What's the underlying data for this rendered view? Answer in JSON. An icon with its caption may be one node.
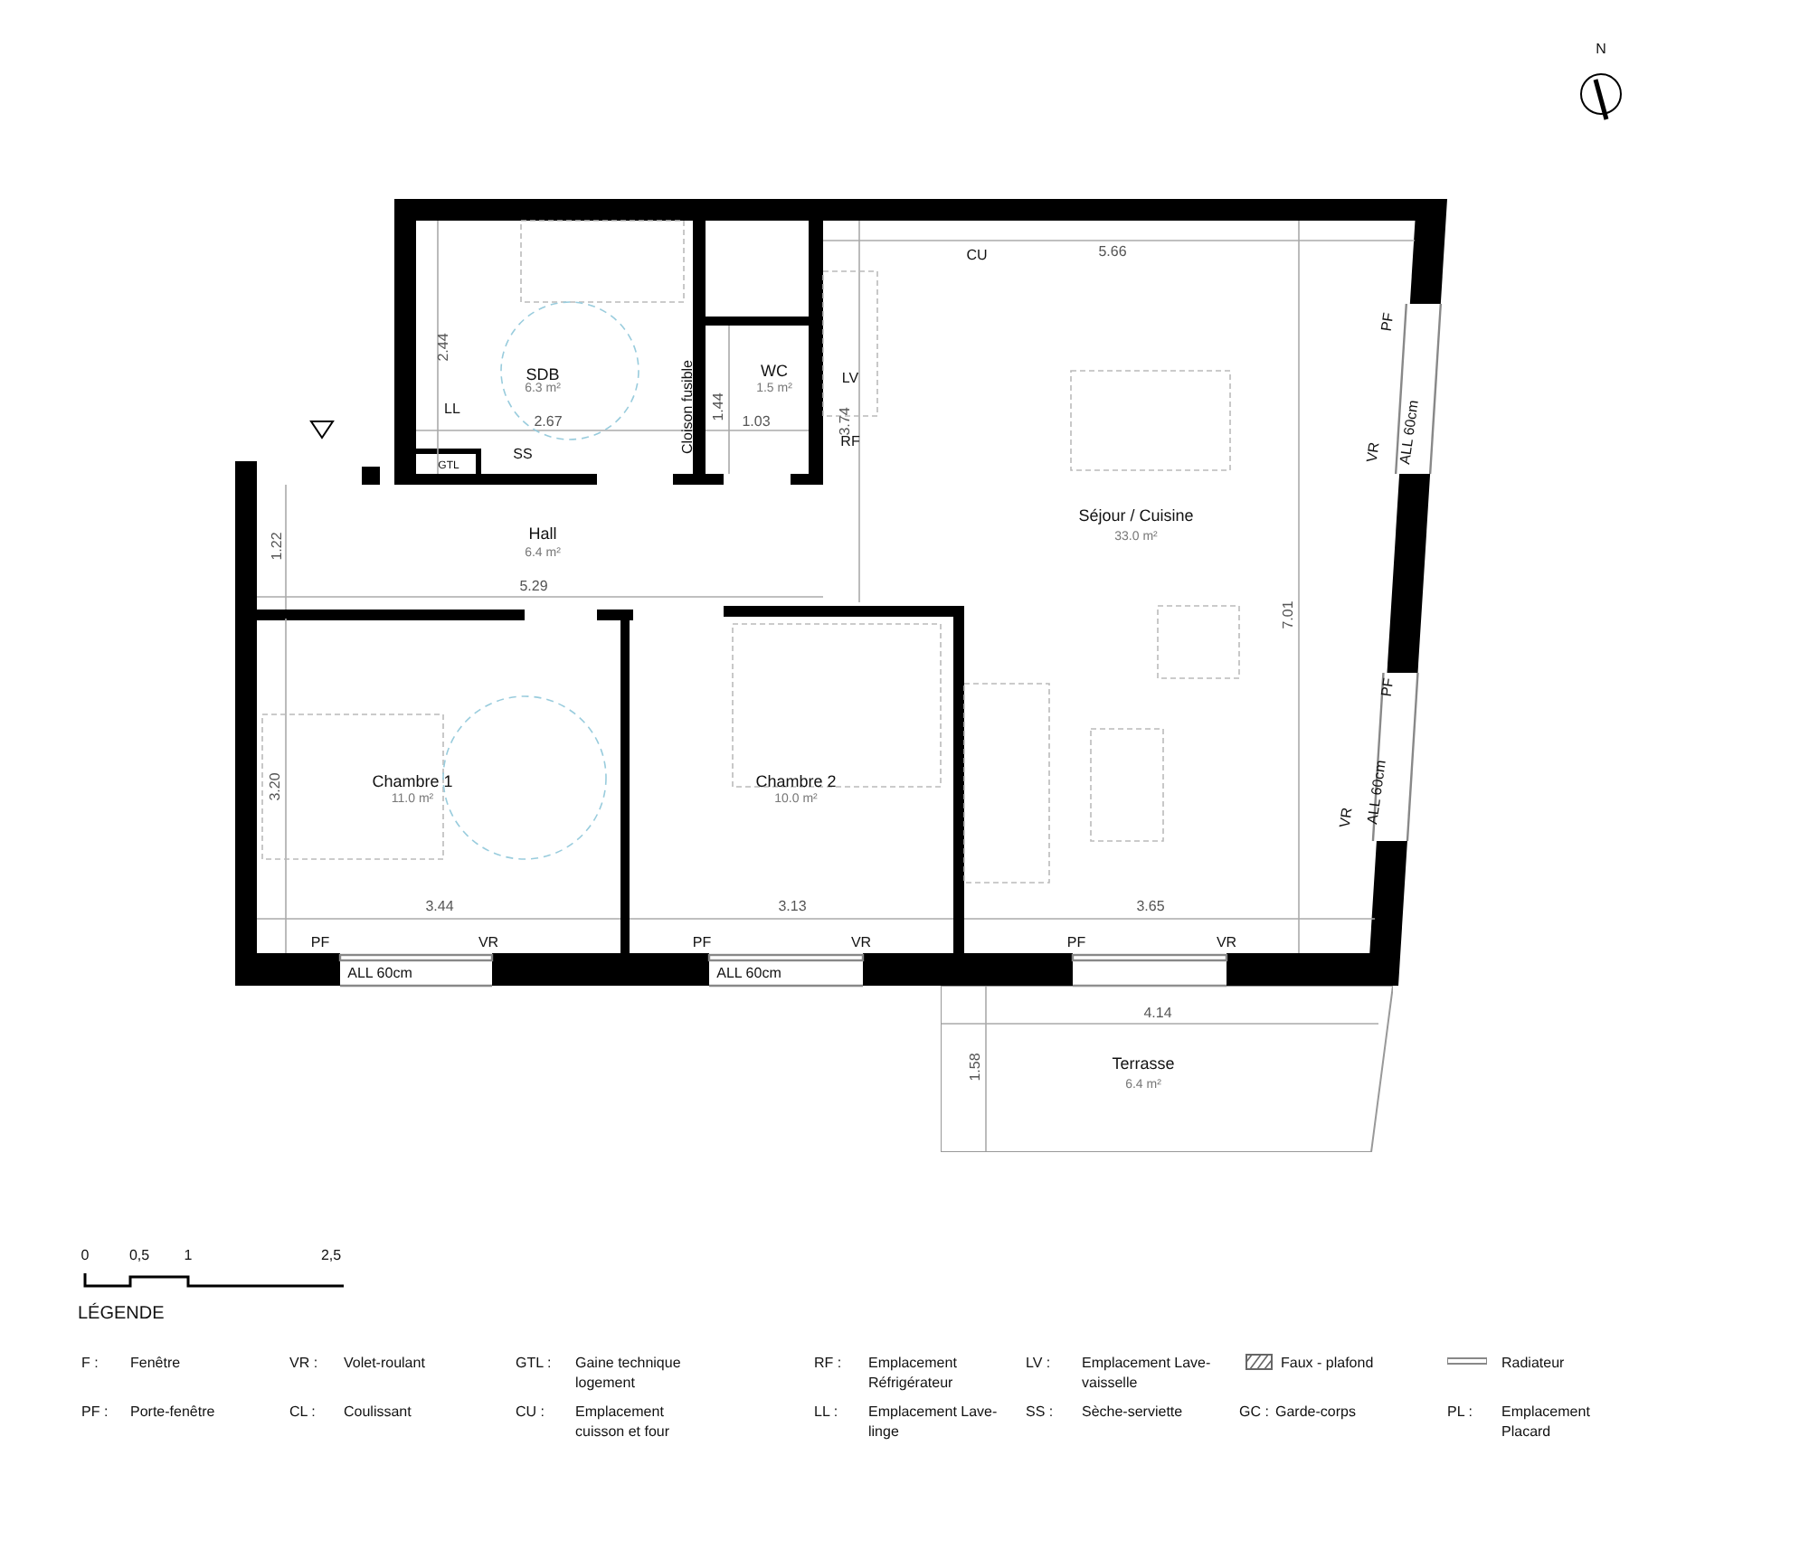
{
  "diagram": {
    "nodes": [
      {
        "text": [
          "SDB",
          "6.3 m²"
        ]
      },
      {
        "text": [
          "WC",
          "1.5 m²"
        ]
      },
      {
        "text": [
          "Séjour / Cuisine",
          "33.0 m²"
        ]
      },
      {
        "text": [
          "Hall",
          "6.4 m²"
        ]
      },
      {
        "text": [
          "Chambre 1",
          "11.0 m²"
        ]
      },
      {
        "text": [
          "Chambre 2",
          "10.0 m²"
        ]
      },
      {
        "text": [
          "Terrasse",
          "6.4 m²"
        ]
      }
    ],
    "edges": [],
    "labels": [
      "N",
      "CU",
      "5.66",
      "2.44",
      "LV",
      "LL",
      "2.67",
      "Cloison fusible",
      "1.44",
      "1.03",
      "3.74",
      "RF",
      "SS",
      "GTL",
      "PF",
      "VR",
      "ALL 60cm",
      "1.22",
      "5.29",
      "7.01",
      "PF",
      "VR",
      "ALL 60cm",
      "3.20",
      "3.44",
      "3.13",
      "3.65",
      "PF",
      "VR",
      "PF",
      "VR",
      "PF",
      "VR",
      "ALL 60cm",
      "ALL 60cm",
      "4.14",
      "1.58",
      "0",
      "0,5",
      "1",
      "2,5",
      "LÉGENDE",
      "F :",
      "Fenêtre",
      "VR :",
      "Volet-roulant",
      "GTL :",
      "Gaine technique logement",
      "RF :",
      "Emplacement Réfrigérateur",
      "LV :",
      "Emplacement Lave-vaisselle",
      "PF :",
      "Porte-fenêtre",
      "CL :",
      "Coulissant",
      "CU :",
      "Emplacement cuisson et four",
      "LL :",
      "Emplacement Lave-linge",
      "SS :",
      "Sèche-serviette",
      "GC :",
      "Garde-corps",
      "PL :",
      "Emplacement Placard"
    ],
    "legend": [
      {
        "text": "Faux - plafond"
      },
      {
        "text": "Radiateur"
      }
    ]
  }
}
